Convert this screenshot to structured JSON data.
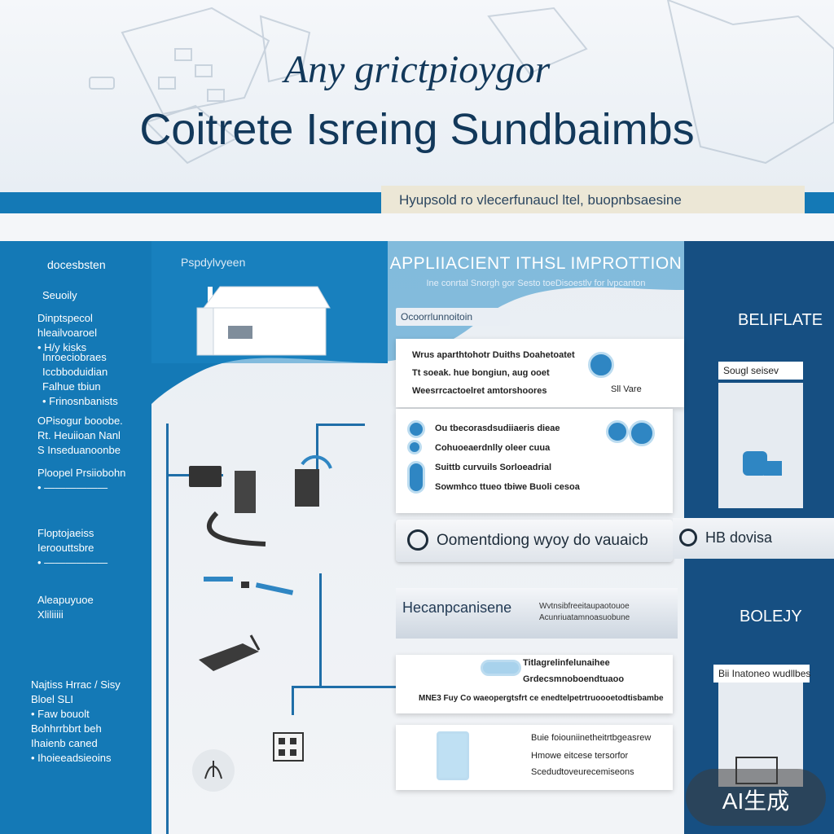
{
  "header": {
    "title_line1": "Any grictpioygor",
    "title_line2": "Coitrete Isreing Sundbaimbs",
    "band_text": "Hyupsold ro vlecerfunaucl ltel, buopnbsaesine"
  },
  "sidebar": {
    "items": [
      {
        "text": "docesbsten"
      },
      {
        "text": "Seuoily"
      },
      {
        "text": "Dinptspecol hleailvoaroel\n• H/y kisks"
      },
      {
        "text": "Inroeciobraes\nIccbboduidian\nFalhue tbiun\n• Frinosnbanists"
      },
      {
        "text": "OPisogur booobe.\nRt. Heuiioan Nanl\nS Inseduanoonbe"
      },
      {
        "text": "Ploopel Prsiiobohn\n• ——————"
      },
      {
        "text": "Floptojaeiss\nIeroouttsbre\n• ——————"
      },
      {
        "text": "Aleapuyuoe\nXliliiiii"
      },
      {
        "text": "Najtiss Hrrac / Sisy\nBloel SLI\n• Faw bouolt\nBohhrrbbrt beh\nIhaienb  caned\n• Ihoieeadsieoins"
      }
    ]
  },
  "main": {
    "sublabel": "Pspdylvyeen",
    "section_title": "APPLIIACIENT ITHSL IMPROTTION",
    "section_sub": "Ine conrtal Snorgh gor Sesto toeDisoestlv for lvpcanton",
    "small_label": "Ocoorrlunnoitoin",
    "card1": {
      "lines": [
        "Wrus aparthtohotr Duiths Doahetoatet",
        "Tt soeak. hue bongiun, aug ooet",
        "Weesrrcactoelret amtorshoores"
      ],
      "icon_label": "Sll Vare"
    },
    "card2": {
      "lines": [
        "Ou tbecorasdsudiiaeris dieae",
        "Cohuoeaerdnlly oleer cuua",
        "Suittb curvuils Sorloeadrial",
        "Sowmhco ttueo tbiwe Buoli cesoa"
      ]
    },
    "pill_text": "Oomentdiong wyoy do vauaicb",
    "right_pill_text": "HB dovisa",
    "header_bar": {
      "title": "Hecanpcanisene",
      "sub": "Wvtnsibfreeitaupaotouoe\nAcunriuatamnoasuobune"
    },
    "card3": {
      "lines": [
        "Titlagrelinfelunaihee",
        "Grdecsmnoboendtuaoo",
        "MNE3 Fuy Co waeopergtsfrt ce enedtelpetrtruoooetodtisbambe"
      ]
    },
    "card4": {
      "lines": [
        "Buie foiouniinetheitrtbgeasrew",
        "Hmowe eitcese tersorfor",
        "Scedudtoveurecemiseons"
      ]
    }
  },
  "right": {
    "box1_title": "BELIFLATE",
    "chip1": "Sougl seisev",
    "box2_title": "BOLEJY",
    "chip2": "Bii Inatoneo wudllbes"
  },
  "watermark": "AI生成",
  "colors": {
    "primary_blue": "#1479b6",
    "navy": "#164f82",
    "title_text": "#12385a",
    "panel_bg": "#eef2f6"
  }
}
